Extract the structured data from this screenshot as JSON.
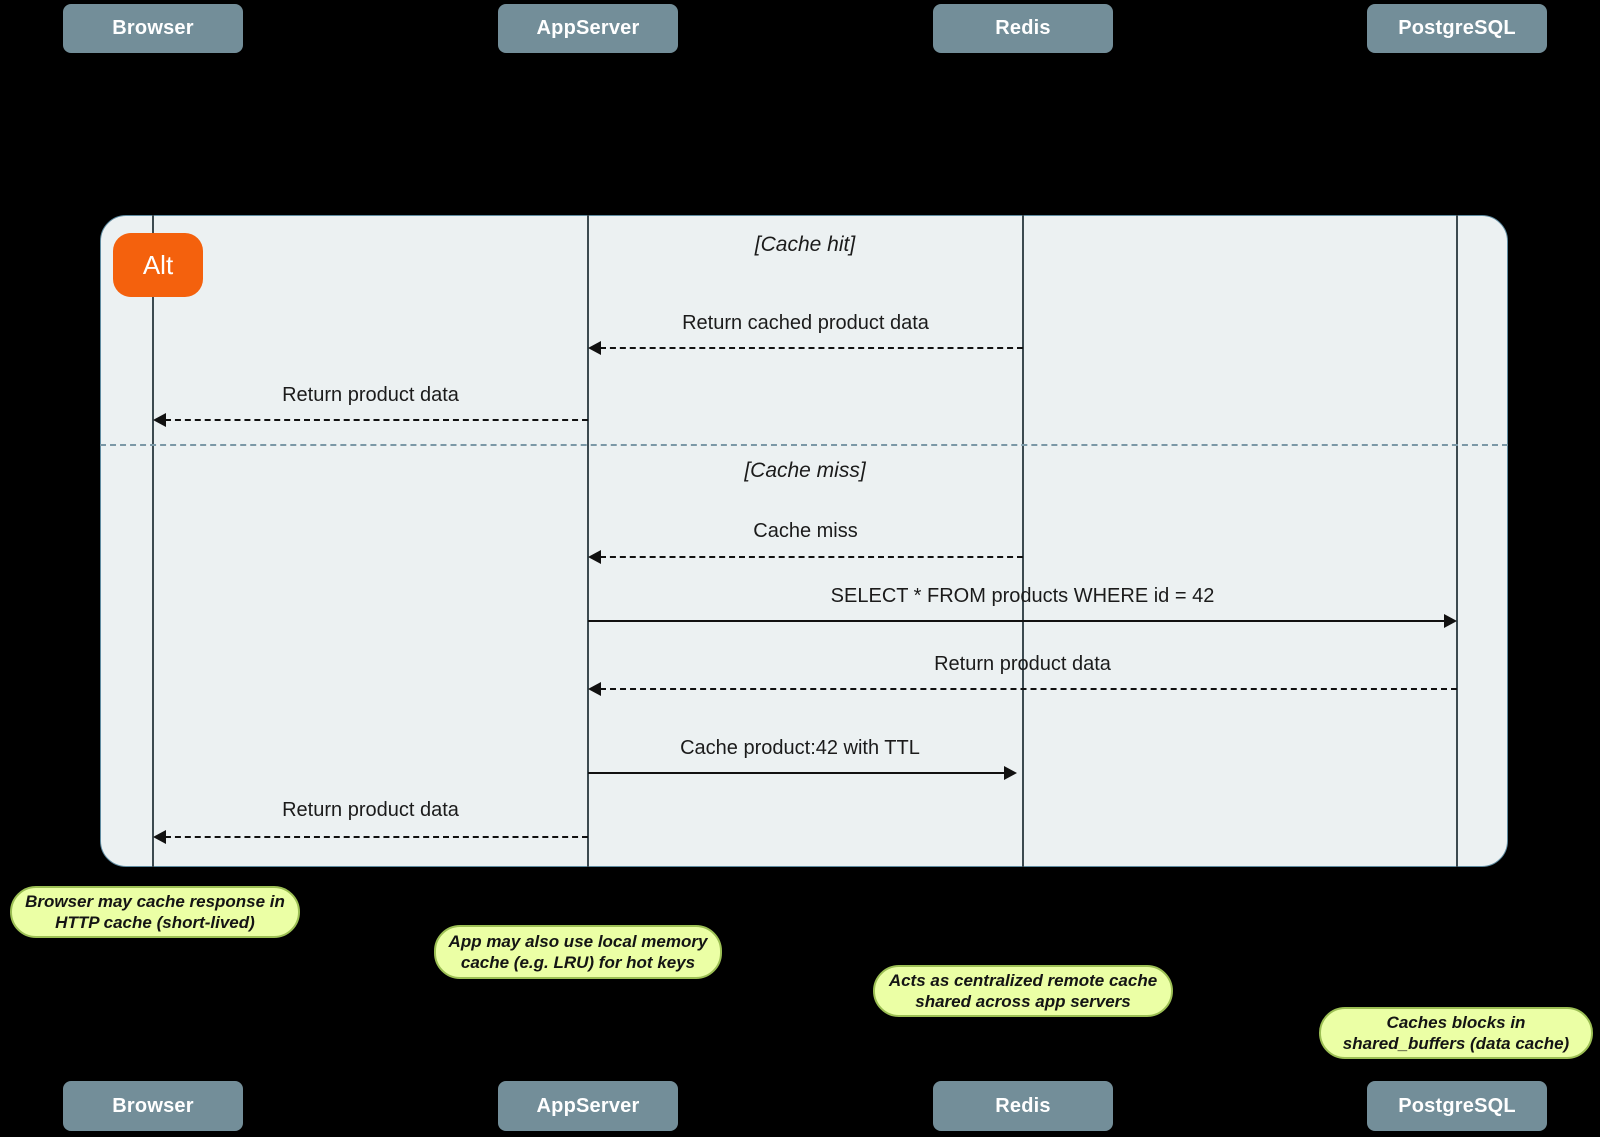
{
  "participants": {
    "browser": "Browser",
    "appserver": "AppServer",
    "redis": "Redis",
    "postgresql": "PostgreSQL"
  },
  "diagram": {
    "alt_label": "Alt",
    "sections": {
      "cache_hit": {
        "guard": "[Cache hit]",
        "msg_return_cached": "Return cached product data",
        "msg_return_product": "Return product data"
      },
      "cache_miss": {
        "guard": "[Cache miss]",
        "msg_cache_miss": "Cache miss",
        "msg_select": "SELECT * FROM products WHERE id = 42",
        "msg_return_product_db": "Return product data",
        "msg_cache_set": "Cache product:42 with TTL",
        "msg_return_product_final": "Return product data"
      }
    }
  },
  "notes": {
    "browser": {
      "line1": "Browser may cache response in",
      "line2": "HTTP cache (short-lived)"
    },
    "appserver": {
      "line1": "App may also use local memory",
      "line2": "cache (e.g. LRU) for hot keys"
    },
    "redis": {
      "line1": "Acts as centralized remote cache",
      "line2": "shared across app servers"
    },
    "postgresql": {
      "line1": "Caches blocks in",
      "line2": "shared_buffers (data cache)"
    }
  },
  "colors": {
    "background": "#000000",
    "participant_fill": "#738E99",
    "fragment_fill": "#ECF1F2",
    "fragment_border": "#5F8BA0",
    "alt_fill": "#F4610D",
    "note_fill": "#EBFFA5",
    "note_border": "#9CBF54",
    "divider": "#7B98A6",
    "lifeline": "#3C4A50",
    "arrow": "#111111"
  }
}
